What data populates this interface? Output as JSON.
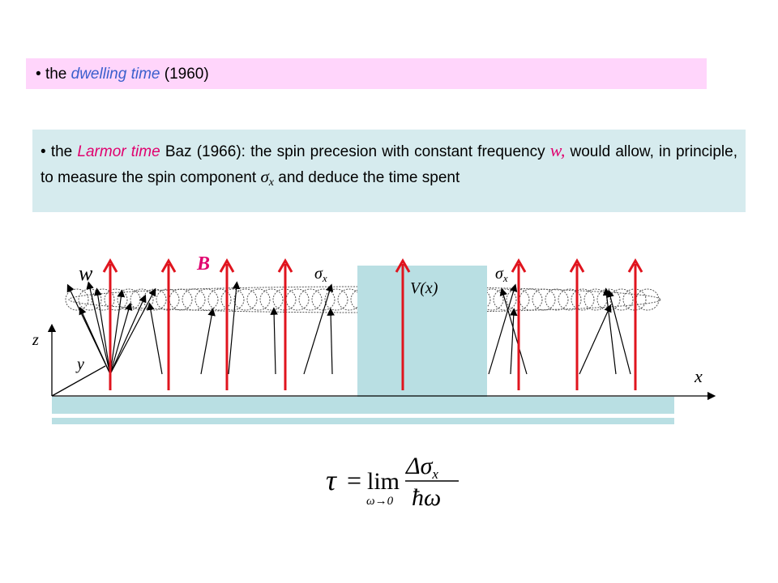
{
  "box1": {
    "bullet": "•",
    "prefix": "the ",
    "term": "dwelling time",
    "suffix": " (1960)"
  },
  "box2": {
    "bullet": "•",
    "prefix": "the ",
    "term": "Larmor time",
    "text1": " Baz (1966): the spin precesion with constant frequency ",
    "omega": "w,",
    "text2": " would allow, in principle, to measure the spin component ",
    "sigma": "σ",
    "sigma_sub": "x",
    "text3": " and deduce the time spent"
  },
  "diagram": {
    "label_w": "w",
    "label_B": "B",
    "label_sigma_left": "σ",
    "label_sigma_left_sub": "x",
    "label_sigma_right": "σ",
    "label_sigma_right_sub": "x",
    "label_V": "V(x)",
    "label_z": "z",
    "label_y": "y",
    "label_x": "x"
  },
  "formula": {
    "tau": "τ",
    "equals": "=",
    "lim": "lim",
    "lim_sub": "ω→0",
    "numerator_delta": "Δ",
    "numerator_sigma": "σ",
    "numerator_sub": "x",
    "denominator": "ħω"
  },
  "colors": {
    "pink_box": "#ffd5fb",
    "blue_box": "#d6ebee",
    "barrier": "#b9dfe3",
    "field_arrow": "#e0141e",
    "term_blue": "#3a5fcd",
    "term_magenta": "#e0006e"
  }
}
